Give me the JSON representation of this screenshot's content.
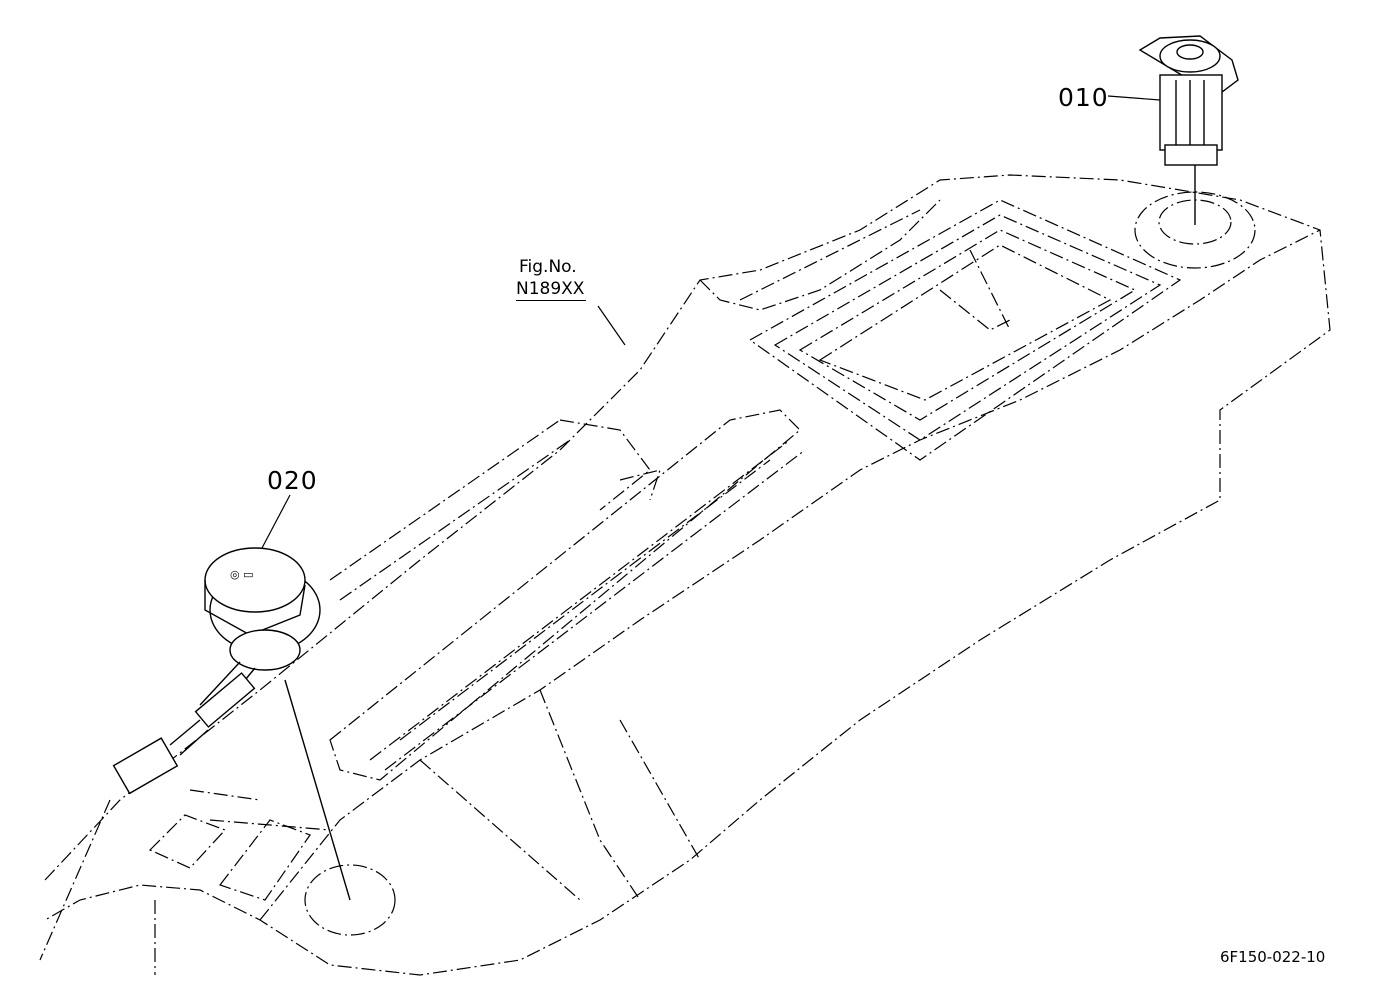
{
  "labels": {
    "part_010": "010",
    "part_020": "020",
    "fig_ref_line1": "Fig.No.",
    "fig_ref_line2": "N189XX",
    "drawing_number": "6F150-022-10"
  },
  "icons": {
    "socket": "power-socket-icon",
    "switch": "rotary-switch-icon"
  }
}
